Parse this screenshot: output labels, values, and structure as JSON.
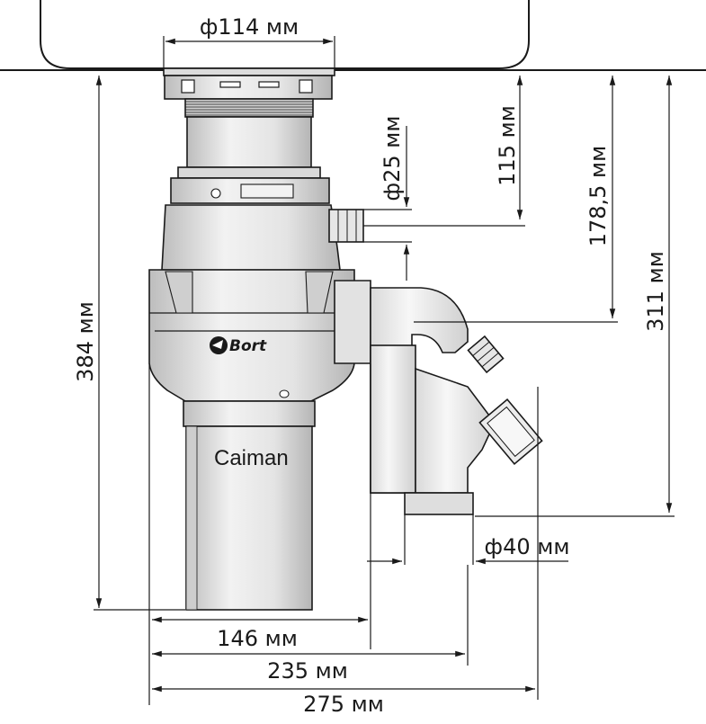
{
  "brand": {
    "logo_text": "Bort",
    "model_text": "Caiman"
  },
  "dimensions": {
    "flange_diameter": "ф114 мм",
    "inlet_diameter": "ф25 мм",
    "inlet_height": "115 мм",
    "outlet_height": "178,5 мм",
    "drain_height": "311 мм",
    "total_height": "384 мм",
    "outlet_diameter": "ф40 мм",
    "body_width": "146 мм",
    "outlet_width": "235 мм",
    "total_width": "275 мм"
  },
  "colors": {
    "line": "#1a1a1a",
    "body_fill": "#e9e9e9",
    "shade_fill": "#d2d2d2",
    "light_fill": "#f4f4f4"
  }
}
